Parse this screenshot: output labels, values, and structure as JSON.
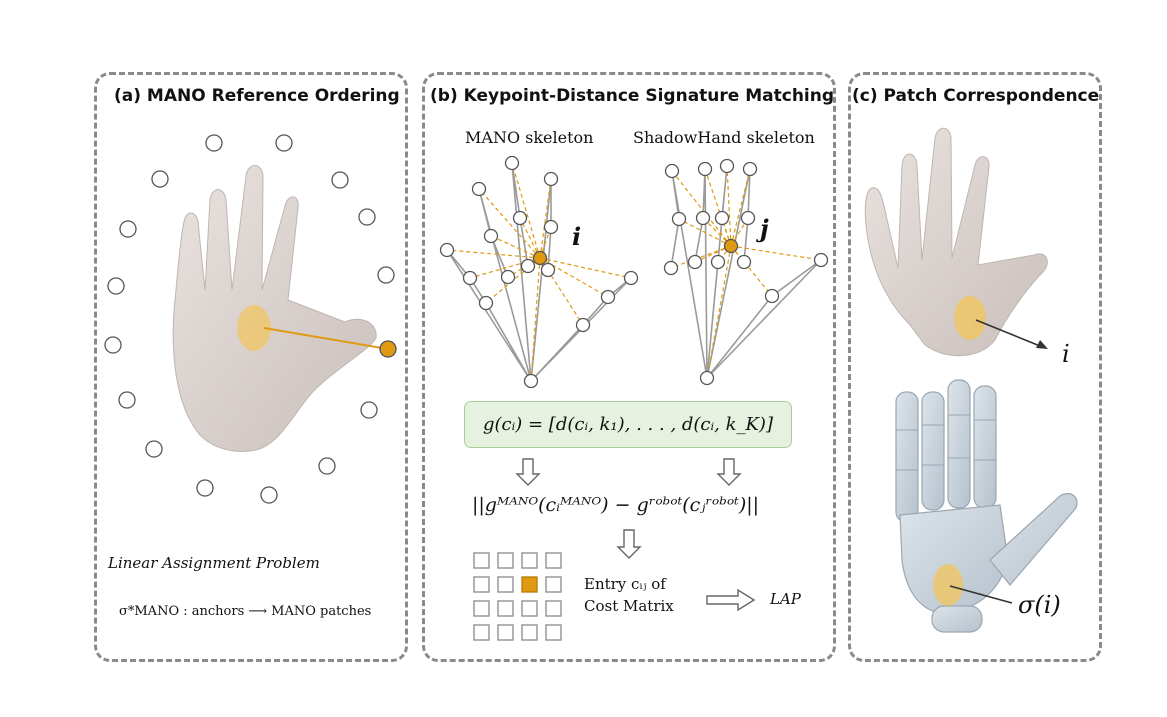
{
  "panels": {
    "a": {
      "title": "(a) MANO Reference Ordering",
      "caption": "Linear Assignment Problem",
      "mapping": "σ*MANO : anchors ⟶ MANO patches"
    },
    "b": {
      "title": "(b) Keypoint-Distance Signature Matching",
      "mano_skeleton_label": "MANO skeleton",
      "shadowhand_skeleton_label": "ShadowHand skeleton",
      "keypoint_i": "i",
      "keypoint_j": "j",
      "signature_formula": "g(cᵢ) = [d(cᵢ, k₁), . . . , d(cᵢ, k_K)]",
      "norm_formula": "||gᴹᴬᴺᴼ(cᵢᴹᴬᴺᴼ)  −  gʳᵒᵇᵒᵗ(cⱼʳᵒᵇᵒᵗ)||",
      "entry_line1": "Entry cᵢⱼ of",
      "entry_line2": "Cost Matrix",
      "lap": "LAP"
    },
    "c": {
      "title": "(c) Patch Correspondence",
      "patch_i": "i",
      "sigma_i": "σ(i)"
    }
  },
  "colors": {
    "accent_orange": "#e09a12",
    "patch_yellow": "#f2c45a",
    "dashed_border": "#8a8a8a",
    "skeleton_gray": "#9a9a9a",
    "signature_fill": "#e6f2df",
    "signature_border": "#a8cf99",
    "hand_skin": "#ddd5d2",
    "robot_hand": "#c9d3dc"
  },
  "icons": [
    "anchor-circle-icon",
    "down-arrow-icon",
    "right-arrow-icon",
    "cost-matrix-cell-icon"
  ]
}
